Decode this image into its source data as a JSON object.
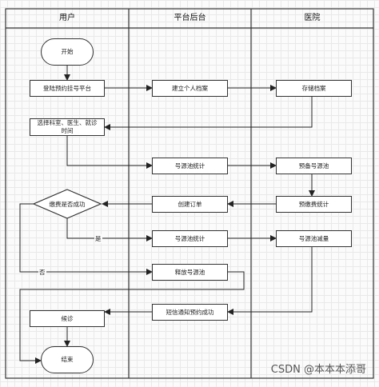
{
  "lanes": [
    "用户",
    "平台后台",
    "医院"
  ],
  "nodes": {
    "start": "开始",
    "login": "登陆预约挂号平台",
    "create_profile": "建立个人档案",
    "store_profile": "存储档案",
    "select_dept": "选择科室、医生、就诊时间",
    "pool_stats_1": "号源池统计",
    "prep_pool": "预备号源池",
    "prepay_stats": "预缴费统计",
    "create_order": "创建订单",
    "payment_check": "缴费是否成功",
    "pool_stats_2": "号源池统计",
    "pool_reduce": "号源池减量",
    "release_pool": "释放号源池",
    "sms_notify": "短信通知预约成功",
    "wait": "候诊",
    "end": "结束"
  },
  "edge_labels": {
    "yes": "是",
    "no": "否"
  },
  "watermark": "CSDN @本本本添哥"
}
